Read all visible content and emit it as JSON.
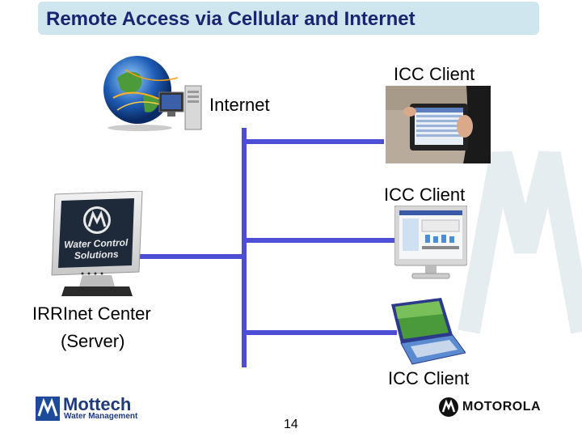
{
  "title": "Remote Access via Cellular and Internet",
  "labels": {
    "internet": "Internet",
    "icc_client_top": "ICC Client",
    "icc_client_middle": "ICC Client",
    "icc_client_bottom": "ICC Client",
    "server_line1": "IRRInet Center",
    "server_line2": "(Server)"
  },
  "server_screen": {
    "line1": "Water Control",
    "line2": "Solutions"
  },
  "footer": {
    "left_logo_text": "Mottech",
    "left_logo_sub": "Water Management",
    "page_number": "14",
    "right_logo_text": "MOTOROLA"
  },
  "colors": {
    "connector": "#4d4dd6",
    "title_bar": "#cfe6ee",
    "title_text": "#1a2470"
  }
}
